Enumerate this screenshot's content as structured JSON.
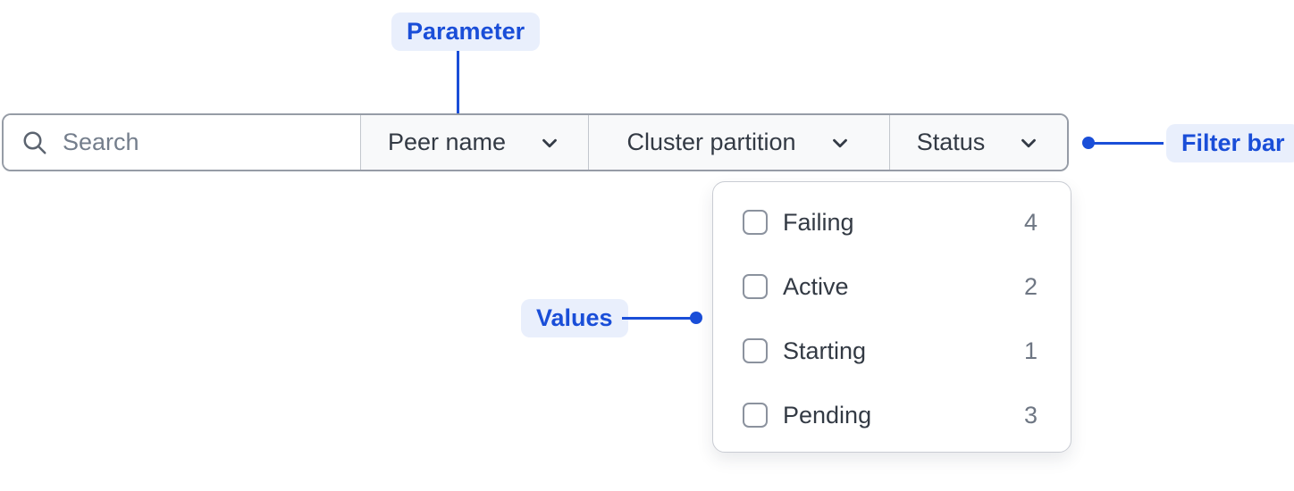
{
  "annotations": {
    "parameter": {
      "label": "Parameter"
    },
    "filter_bar": {
      "label": "Filter bar"
    },
    "values": {
      "label": "Values"
    }
  },
  "colors": {
    "annotation_blue": "#1A4ED8",
    "annotation_badge_bg": "#E9EFFC",
    "text_dark": "#333A44",
    "text_muted": "#6E7683",
    "border_gray": "#969CA6"
  },
  "filter_bar": {
    "search": {
      "placeholder": "Search",
      "value": ""
    },
    "dropdowns": [
      {
        "label": "Peer name"
      },
      {
        "label": "Cluster partition"
      },
      {
        "label": "Status"
      }
    ]
  },
  "status_menu": {
    "items": [
      {
        "label": "Failing",
        "count": "4",
        "checked": false
      },
      {
        "label": "Active",
        "count": "2",
        "checked": false
      },
      {
        "label": "Starting",
        "count": "1",
        "checked": false
      },
      {
        "label": "Pending",
        "count": "3",
        "checked": false
      }
    ]
  }
}
